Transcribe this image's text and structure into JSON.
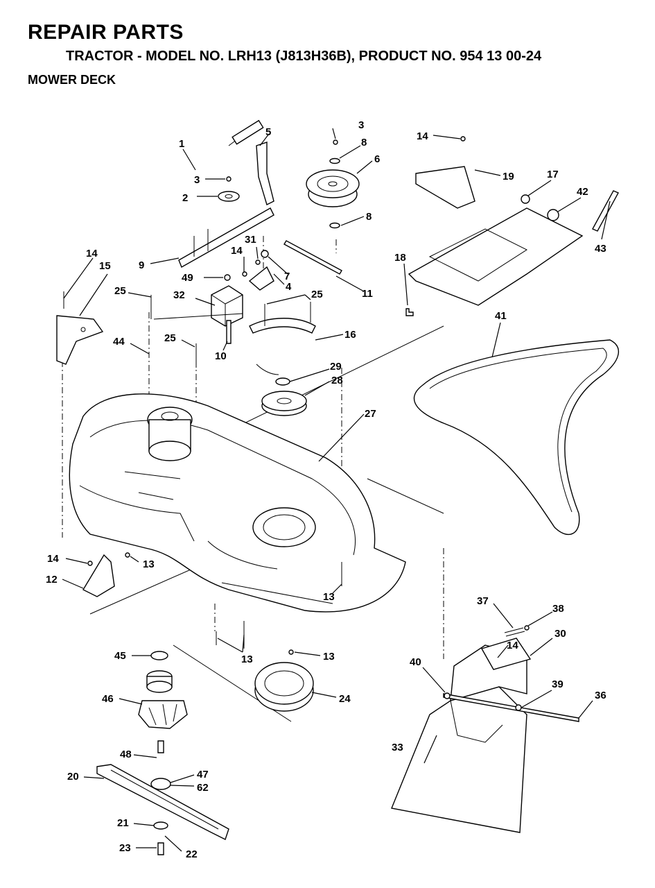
{
  "header": {
    "title": "REPAIR PARTS",
    "subtitle": "TRACTOR - MODEL NO. LRH13 (J813H36B),  PRODUCT NO. 954 13 00-24",
    "section": "MOWER DECK"
  },
  "callouts": [
    {
      "id": "c1",
      "text": "1"
    },
    {
      "id": "c2",
      "text": "2"
    },
    {
      "id": "c3a",
      "text": "3"
    },
    {
      "id": "c3b",
      "text": "3"
    },
    {
      "id": "c4",
      "text": "4"
    },
    {
      "id": "c5",
      "text": "5"
    },
    {
      "id": "c6",
      "text": "6"
    },
    {
      "id": "c7",
      "text": "7"
    },
    {
      "id": "c8a",
      "text": "8"
    },
    {
      "id": "c8b",
      "text": "8"
    },
    {
      "id": "c9",
      "text": "9"
    },
    {
      "id": "c10",
      "text": "10"
    },
    {
      "id": "c11",
      "text": "11"
    },
    {
      "id": "c12",
      "text": "12"
    },
    {
      "id": "c13a",
      "text": "13"
    },
    {
      "id": "c13b",
      "text": "13"
    },
    {
      "id": "c13c",
      "text": "13"
    },
    {
      "id": "c13d",
      "text": "13"
    },
    {
      "id": "c14a",
      "text": "14"
    },
    {
      "id": "c14b",
      "text": "14"
    },
    {
      "id": "c14c",
      "text": "14"
    },
    {
      "id": "c14d",
      "text": "14"
    },
    {
      "id": "c14e",
      "text": "14"
    },
    {
      "id": "c15",
      "text": "15"
    },
    {
      "id": "c16",
      "text": "16"
    },
    {
      "id": "c17",
      "text": "17"
    },
    {
      "id": "c18",
      "text": "18"
    },
    {
      "id": "c19",
      "text": "19"
    },
    {
      "id": "c20",
      "text": "20"
    },
    {
      "id": "c21",
      "text": "21"
    },
    {
      "id": "c22",
      "text": "22"
    },
    {
      "id": "c23",
      "text": "23"
    },
    {
      "id": "c24",
      "text": "24"
    },
    {
      "id": "c25a",
      "text": "25"
    },
    {
      "id": "c25b",
      "text": "25"
    },
    {
      "id": "c25c",
      "text": "25"
    },
    {
      "id": "c27",
      "text": "27"
    },
    {
      "id": "c28",
      "text": "28"
    },
    {
      "id": "c29",
      "text": "29"
    },
    {
      "id": "c30",
      "text": "30"
    },
    {
      "id": "c31",
      "text": "31"
    },
    {
      "id": "c32",
      "text": "32"
    },
    {
      "id": "c33",
      "text": "33"
    },
    {
      "id": "c36",
      "text": "36"
    },
    {
      "id": "c37",
      "text": "37"
    },
    {
      "id": "c38",
      "text": "38"
    },
    {
      "id": "c39",
      "text": "39"
    },
    {
      "id": "c40",
      "text": "40"
    },
    {
      "id": "c41",
      "text": "41"
    },
    {
      "id": "c42",
      "text": "42"
    },
    {
      "id": "c43",
      "text": "43"
    },
    {
      "id": "c44",
      "text": "44"
    },
    {
      "id": "c45",
      "text": "45"
    },
    {
      "id": "c46",
      "text": "46"
    },
    {
      "id": "c47",
      "text": "47"
    },
    {
      "id": "c48",
      "text": "48"
    },
    {
      "id": "c49",
      "text": "49"
    },
    {
      "id": "c62",
      "text": "62"
    }
  ]
}
